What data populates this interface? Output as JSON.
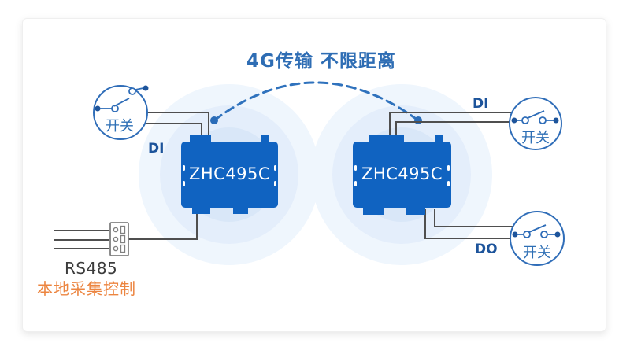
{
  "title": "4G传输 不限距离",
  "devices": {
    "left": {
      "label": "ZHC495C"
    },
    "right": {
      "label": "ZHC495C"
    }
  },
  "switches": {
    "left_di": {
      "label": "开关",
      "port": "DI"
    },
    "right_di": {
      "label": "开关",
      "port": "DI"
    },
    "right_do": {
      "label": "开关",
      "port": "DO"
    }
  },
  "bus": {
    "label": "RS485",
    "sublabel": "本地采集控制"
  },
  "colors": {
    "device_blue": "#1063c1",
    "outline_blue": "#2f6db8",
    "arc_blue": "#2f72bd",
    "label_navy": "#1d549b",
    "switch_text_blue": "#2e6fb5",
    "title_blue": "#2e6db4",
    "wire_gray": "#4f4f4f",
    "orange": "#ec8540"
  }
}
